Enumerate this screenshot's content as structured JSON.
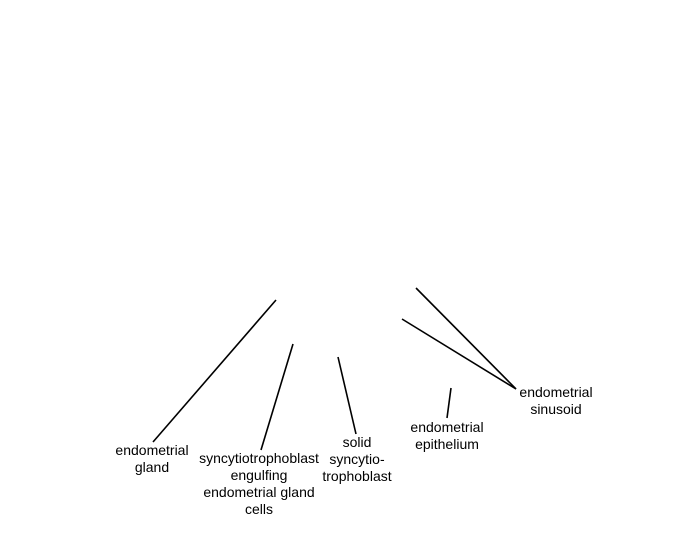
{
  "diagram": {
    "line_color": "#000000",
    "labels": {
      "endometrial_gland": [
        "endometrial",
        "gland"
      ],
      "syncytio_engulfing": [
        "syncytiotrophoblast",
        "engulfing",
        "endometrial gland",
        "cells"
      ],
      "solid_syncytio": [
        "solid",
        "syncytio-",
        "trophoblast"
      ],
      "endometrial_epithelium": [
        "endometrial",
        "epithelium"
      ],
      "endometrial_sinusoid": [
        "endometrial",
        "sinusoid"
      ]
    }
  }
}
